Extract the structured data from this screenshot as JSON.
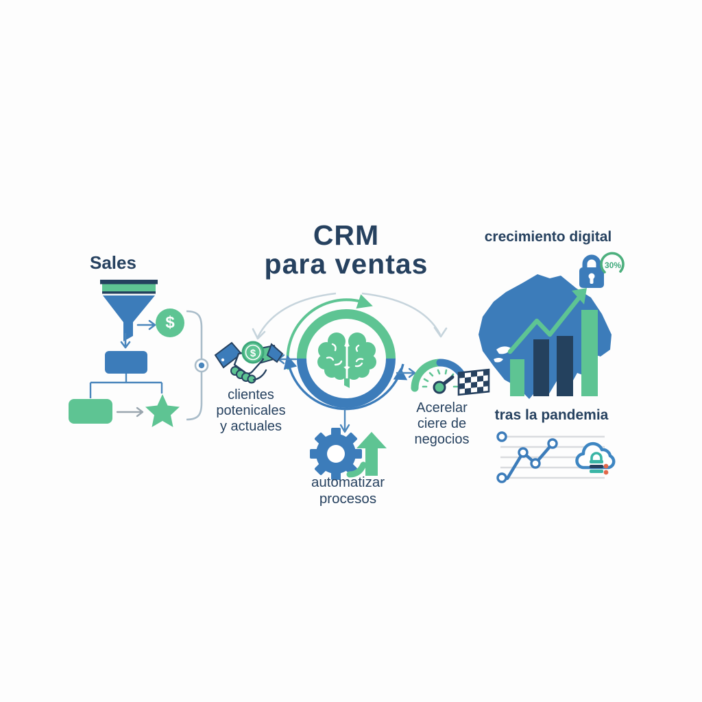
{
  "colors": {
    "navy_text": "#26415f",
    "blue": "#3c7cba",
    "green": "#5ec493",
    "dark_bar": "#24415e",
    "arc_gray": "#c6d4dc",
    "arrow_blue": "#4a86bc",
    "arrow_gray": "#99a5ae",
    "teal": "#3ab5a5",
    "orange": "#e2684a"
  },
  "title": {
    "line1": "CRM",
    "line2": "para ventas"
  },
  "sales": {
    "label": "Sales",
    "dollar_sign": "$"
  },
  "handshake": {
    "dollar_sign": "$"
  },
  "clients": {
    "line1": "clientes",
    "line2": "potenicales",
    "line3": "y actuales"
  },
  "automation": {
    "line1": "automatizar",
    "line2": "procesos"
  },
  "acceleration": {
    "line1": "Acerelar",
    "line2": "ciere de",
    "line3": "negocios"
  },
  "growth": {
    "heading": "crecimiento digital",
    "badge": "30%"
  },
  "pandemic": {
    "heading": "tras la pandemia"
  },
  "mini_charts": {
    "map_bars": {
      "type": "bar",
      "values_rel": [
        0.43,
        0.66,
        0.7,
        1.0
      ],
      "colors": [
        "green",
        "dark-navy",
        "dark-navy",
        "green"
      ],
      "trend": "zigzag-up-arrow"
    },
    "pandemic_line": {
      "type": "line",
      "points_rel": [
        [
          0.1,
          0.0
        ],
        [
          0.26,
          0.6
        ],
        [
          0.38,
          0.33
        ],
        [
          0.52,
          0.83
        ]
      ],
      "gridlines": 5,
      "markers": "open-circle"
    }
  }
}
